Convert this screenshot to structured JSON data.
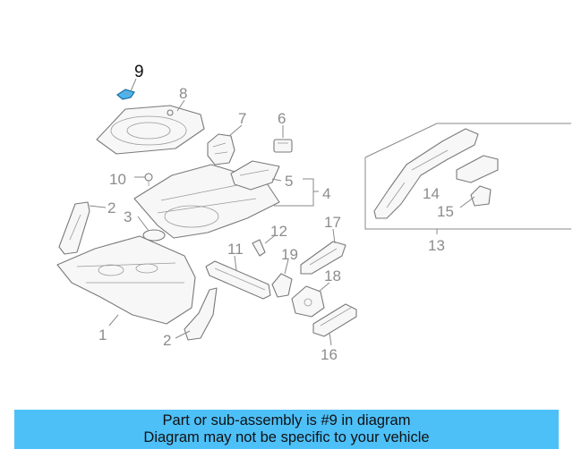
{
  "diagram": {
    "highlighted_callout": "9",
    "callouts": [
      "1",
      "2",
      "2",
      "3",
      "4",
      "5",
      "6",
      "7",
      "8",
      "10",
      "11",
      "12",
      "13",
      "14",
      "15",
      "16",
      "17",
      "18",
      "19"
    ],
    "highlight_color": "#4db3f0"
  },
  "caption": {
    "line1": "Part or sub-assembly is #9 in diagram",
    "line2": "Diagram may not be specific to your vehicle",
    "background": "#4dc0f8"
  }
}
